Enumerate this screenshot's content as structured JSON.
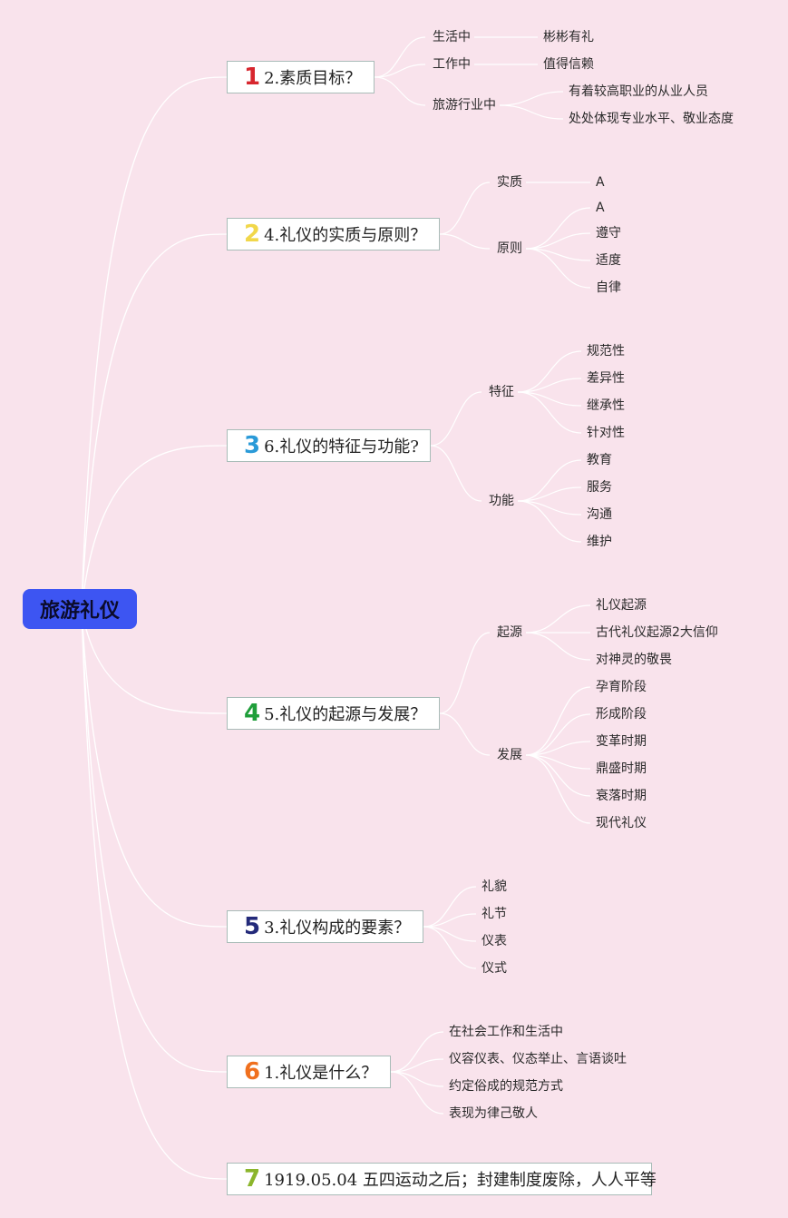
{
  "root": {
    "label": "旅游礼仪",
    "color": "#3d55f2"
  },
  "branches": [
    {
      "num": "1",
      "num_color": "#d7262e",
      "label": "2.素质目标？",
      "l2": [
        {
          "label": "生活中",
          "l3": [
            "彬彬有礼"
          ]
        },
        {
          "label": "工作中",
          "l3": [
            "值得信赖"
          ]
        },
        {
          "label": "旅游行业中",
          "l3": [
            "有着较高职业的从业人员",
            "处处体现专业水平、敬业态度"
          ]
        }
      ]
    },
    {
      "num": "2",
      "num_color": "#f1d74a",
      "label": "4.礼仪的实质与原则？",
      "l2": [
        {
          "label": "实质",
          "l3": [
            "A"
          ]
        },
        {
          "label": "原则",
          "l3": [
            "A",
            "遵守",
            "适度",
            "自律"
          ]
        }
      ]
    },
    {
      "num": "3",
      "num_color": "#2a9ad8",
      "label": "6.礼仪的特征与功能?",
      "l2": [
        {
          "label": "特征",
          "l3": [
            "规范性",
            "差异性",
            "继承性",
            "针对性"
          ]
        },
        {
          "label": "功能",
          "l3": [
            "教育",
            "服务",
            "沟通",
            "维护"
          ]
        }
      ]
    },
    {
      "num": "4",
      "num_color": "#1f9e3a",
      "label": "5.礼仪的起源与发展？",
      "l2": [
        {
          "label": "起源",
          "l3": [
            "礼仪起源",
            "古代礼仪起源2大信仰",
            "对神灵的敬畏"
          ]
        },
        {
          "label": "发展",
          "l3": [
            "孕育阶段",
            "形成阶段",
            "变革时期",
            "鼎盛时期",
            "衰落时期",
            "现代礼仪"
          ]
        }
      ]
    },
    {
      "num": "5",
      "num_color": "#232a7a",
      "label": "3.礼仪构成的要素？",
      "l2": [],
      "l3": [
        "礼貌",
        "礼节",
        "仪表",
        "仪式"
      ]
    },
    {
      "num": "6",
      "num_color": "#f0701e",
      "label": "1.礼仪是什么？",
      "l2": [],
      "l3": [
        "在社会工作和生活中",
        "仪容仪表、仪态举止、言语谈吐",
        "约定俗成的规范方式",
        "表现为律己敬人"
      ]
    },
    {
      "num": "7",
      "num_color": "#8bb52b",
      "label": "1919.05.04 五四运动之后；封建制度废除，人人平等",
      "l2": [],
      "l3": []
    }
  ]
}
